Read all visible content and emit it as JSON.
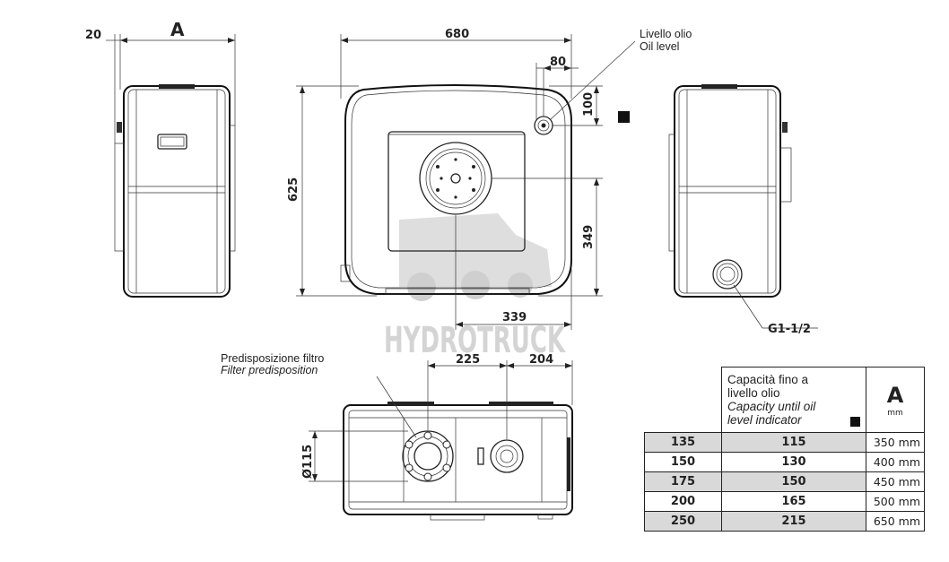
{
  "dimensions": {
    "a_label": "A",
    "d20": "20",
    "d680": "680",
    "d80": "80",
    "d100": "100",
    "d625": "625",
    "d349": "349",
    "d339": "339",
    "d225": "225",
    "d204": "204",
    "d115": "Ø115",
    "g_thread": "G1-1/2"
  },
  "annotations": {
    "oil_level_it": "Livello olio",
    "oil_level_en": "Oil level",
    "filter_it": "Predisposizione filtro",
    "filter_en": "Filter predisposition"
  },
  "watermark": "HYDROTRUCK",
  "table": {
    "cap_it_1": "Capacità fino a",
    "cap_it_2": "livello olio",
    "cap_en_1": "Capacity until oil",
    "cap_en_2": "level indicator",
    "a_head": "A",
    "a_unit": "mm",
    "rows": [
      {
        "c0": "135",
        "c1": "115",
        "c2": "350 mm"
      },
      {
        "c0": "150",
        "c1": "130",
        "c2": "400 mm"
      },
      {
        "c0": "175",
        "c1": "150",
        "c2": "450 mm"
      },
      {
        "c0": "200",
        "c1": "165",
        "c2": "500 mm"
      },
      {
        "c0": "250",
        "c1": "215",
        "c2": "650 mm"
      }
    ]
  }
}
